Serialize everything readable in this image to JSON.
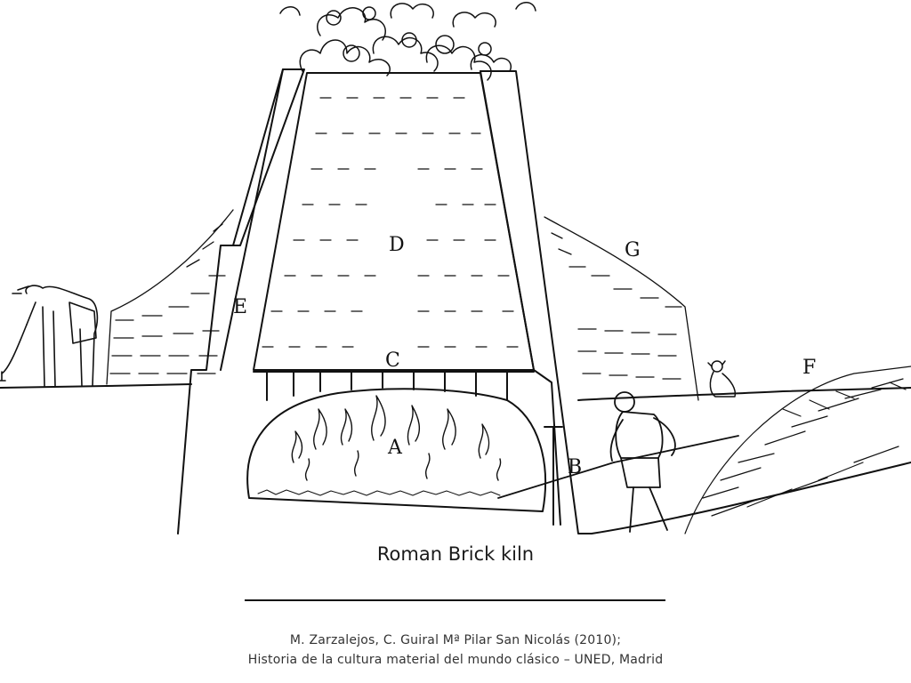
{
  "diagram": {
    "labels": {
      "A": "A",
      "B": "B",
      "C": "C",
      "D": "D",
      "E": "E",
      "F": "F",
      "G": "G"
    }
  },
  "caption": "Roman Brick kiln",
  "credit": {
    "line1": "M. Zarzalejos, C. Guiral Mª Pilar San Nicolás (2010);",
    "line2": "Historia de la cultura material del mundo clásico – UNED, Madrid"
  },
  "colors": {
    "ink": "#111111",
    "background": "#ffffff"
  }
}
